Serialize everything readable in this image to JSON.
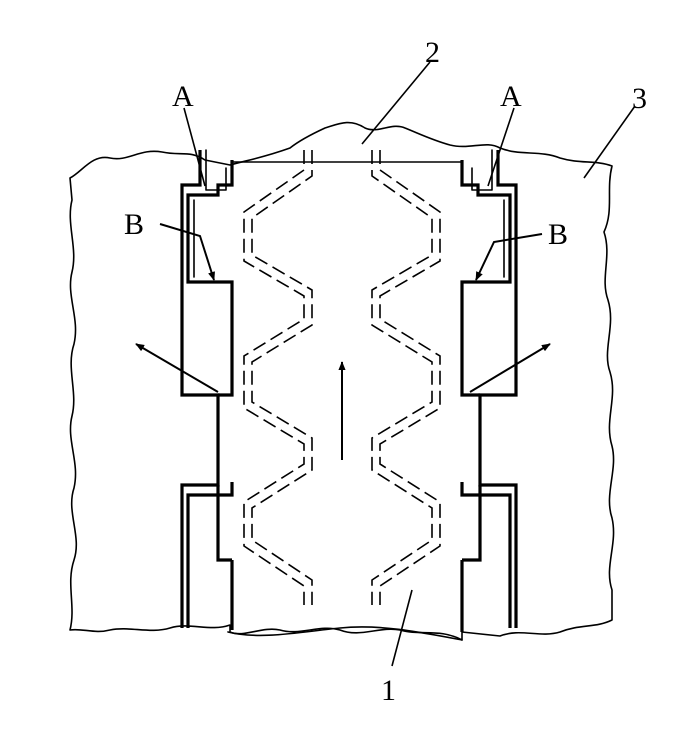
{
  "labels": {
    "channel": "1",
    "insert": "2",
    "body": "3",
    "a_left": "A",
    "a_right": "A",
    "b_left": "B",
    "b_right": "B"
  }
}
